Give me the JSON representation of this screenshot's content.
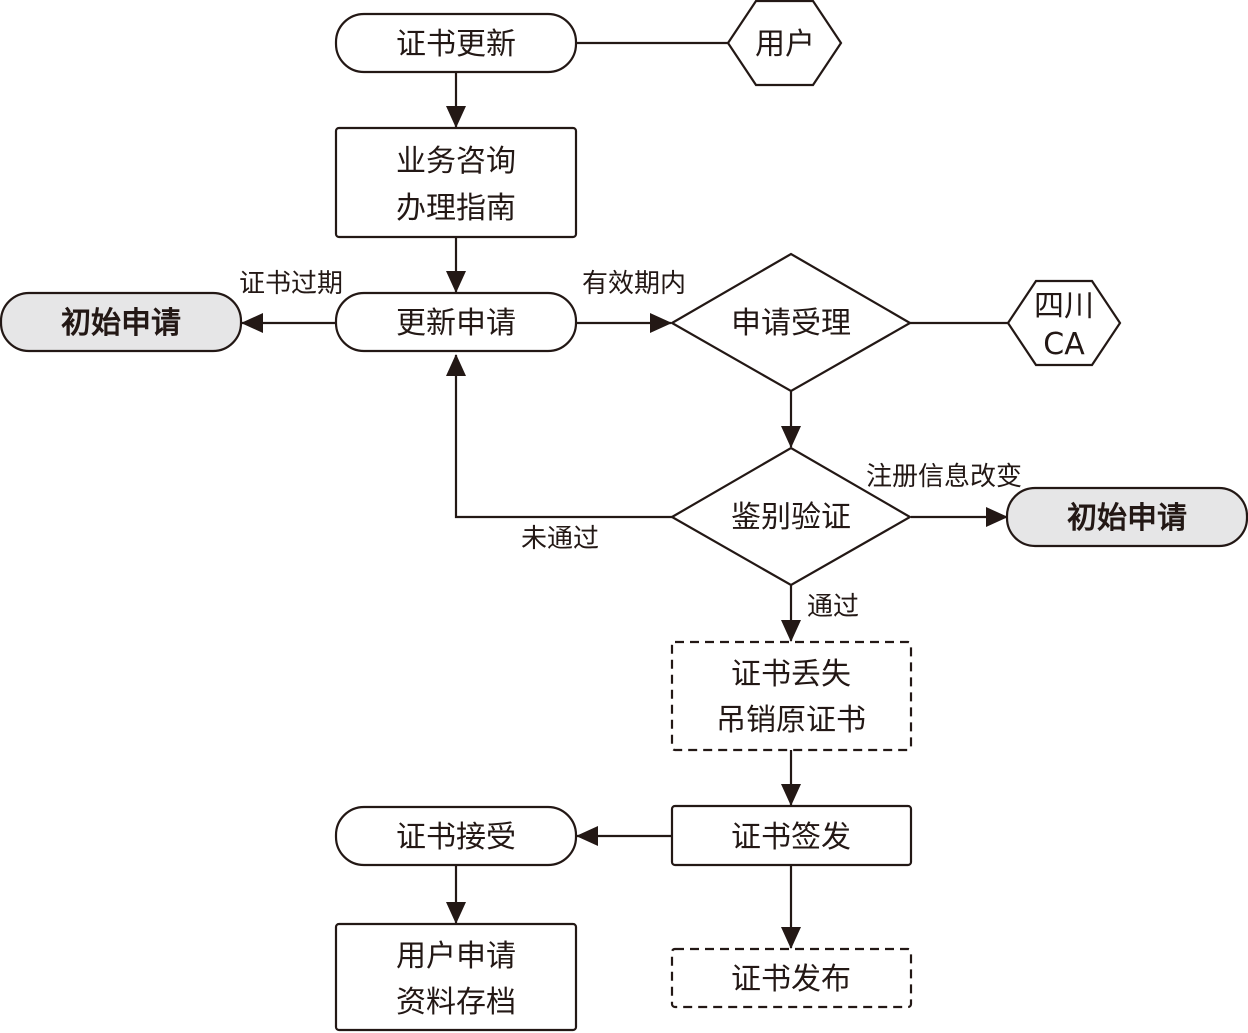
{
  "nodes": {
    "cert_renew": "证书更新",
    "user": "用户",
    "consult_line1": "业务咨询",
    "consult_line2": "办理指南",
    "renew_apply": "更新申请",
    "initial_apply_left": "初始申请",
    "accept": "申请受理",
    "sichuan_ca_line1": "四川",
    "sichuan_ca_line2": "CA",
    "verify": "鉴别验证",
    "initial_apply_right": "初始申请",
    "revoke_line1": "证书丢失",
    "revoke_line2": "吊销原证书",
    "issue": "证书签发",
    "receive": "证书接受",
    "archive_line1": "用户申请",
    "archive_line2": "资料存档",
    "publish": "证书发布"
  },
  "edge_labels": {
    "expired": "证书过期",
    "valid": "有效期内",
    "info_changed": "注册信息改变",
    "not_passed": "未通过",
    "passed": "通过"
  }
}
